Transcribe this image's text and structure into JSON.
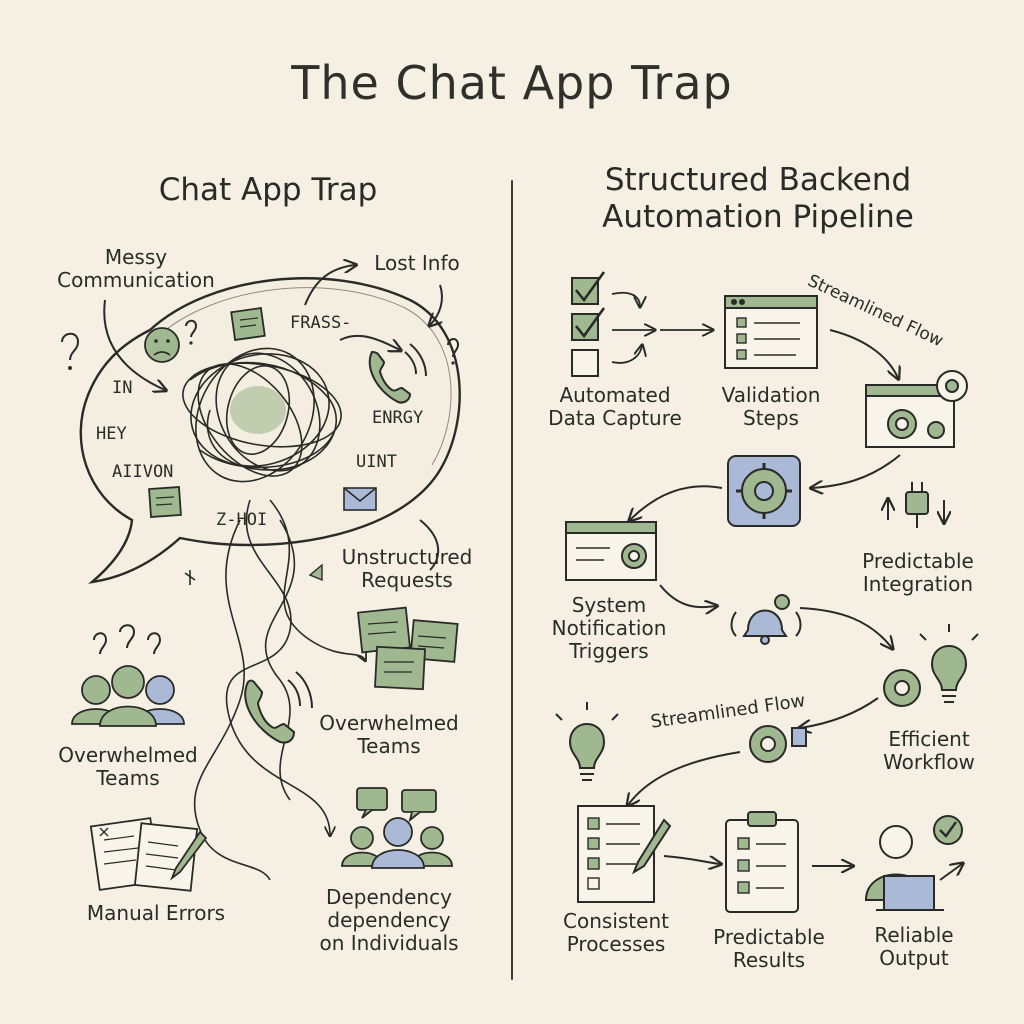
{
  "title": "The Chat App Trap",
  "left": {
    "heading": "Chat App Trap",
    "labels": {
      "messy": "Messy\nCommunication",
      "lost_info": "Lost Info",
      "unstructured": "Unstructured\nRequests",
      "overwhelmed_left": "Overwhelmed\nTeams",
      "overwhelmed_right": "Overwhelmed\nTeams",
      "manual_errors": "Manual Errors",
      "dependency": "Dependency\ndependency\non Individuals"
    },
    "scribbles": [
      "FRASS-",
      "IN",
      "HEY",
      "AIIVON",
      "ENRGY",
      "UINT",
      "Z-HOI"
    ]
  },
  "right": {
    "heading": "Structured Backend\nAutomation Pipeline",
    "labels": {
      "capture": "Automated\nData Capture",
      "validation": "Validation\nSteps",
      "flow_top": "Streamlined Flow",
      "integration": "Predictable\nIntegration",
      "notification": "System\nNotification\nTriggers",
      "flow_mid": "Streamlined Flow",
      "efficient": "Efficient\nWorkflow",
      "consistent": "Consistent\nProcesses",
      "predictable_results": "Predictable\nResults",
      "reliable": "Reliable\nOutput"
    }
  },
  "colors": {
    "background": "#f5f0e3",
    "ink": "#2a2a28",
    "green": "#9fb88f",
    "blue": "#a9b9d6"
  }
}
